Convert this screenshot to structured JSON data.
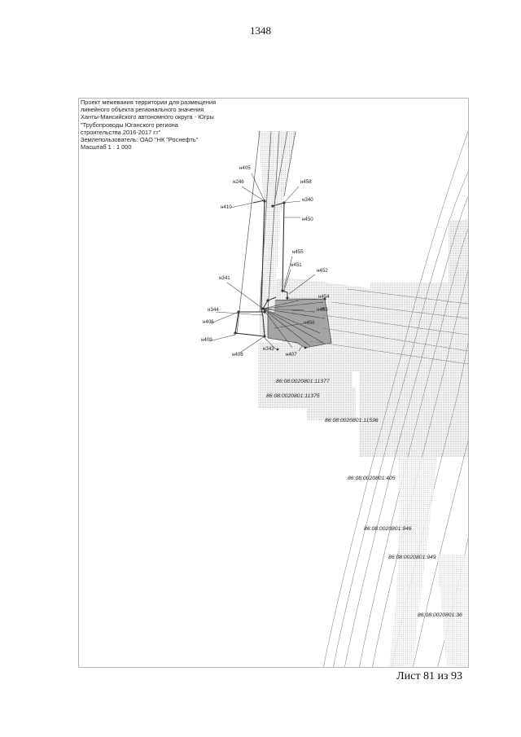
{
  "page": {
    "number": "1348",
    "sheet_label": "Лист 81 из 93"
  },
  "map": {
    "caption": [
      "Проект межевания территории для размещения",
      "линейного объекта регионального значения",
      "Ханты-Мансийского автономного округа - Югры",
      "\"Трубопроводы Юганского региона",
      "строительства 2016-2017 г.г\"",
      "Землепользователь: ОАО \"НК \"Роснефть\"",
      "Масштаб 1 : 1 000"
    ],
    "points": [
      {
        "id": "p405",
        "label": "н405"
      },
      {
        "id": "p246",
        "label": "н246"
      },
      {
        "id": "p458",
        "label": "н458"
      },
      {
        "id": "p340",
        "label": "н340"
      },
      {
        "id": "p410",
        "label": "н410"
      },
      {
        "id": "p450",
        "label": "н450"
      },
      {
        "id": "p455",
        "label": "н455"
      },
      {
        "id": "p451",
        "label": "н451"
      },
      {
        "id": "p452",
        "label": "н452"
      },
      {
        "id": "p341",
        "label": "н341"
      },
      {
        "id": "p454",
        "label": "н454"
      },
      {
        "id": "p453",
        "label": "н453"
      },
      {
        "id": "p344",
        "label": "н344"
      },
      {
        "id": "p406",
        "label": "н406"
      },
      {
        "id": "p456",
        "label": "н456"
      },
      {
        "id": "p409",
        "label": "н409"
      },
      {
        "id": "p343",
        "label": "н343"
      },
      {
        "id": "p407",
        "label": "н407"
      },
      {
        "id": "p408",
        "label": "н408"
      }
    ],
    "parcels": [
      {
        "id": "c11377",
        "label": "86:08:0020801:11377"
      },
      {
        "id": "c11375",
        "label": "86:08:0020801:11375"
      },
      {
        "id": "c11596",
        "label": "86:08:0020801:11596"
      },
      {
        "id": "c405",
        "label": "86:08:0020801:405"
      },
      {
        "id": "c946",
        "label": "86:08:0020801:946"
      },
      {
        "id": "c949",
        "label": "86:08:0020801:949"
      },
      {
        "id": "c36",
        "label": "86:08:0020801:36"
      }
    ]
  }
}
